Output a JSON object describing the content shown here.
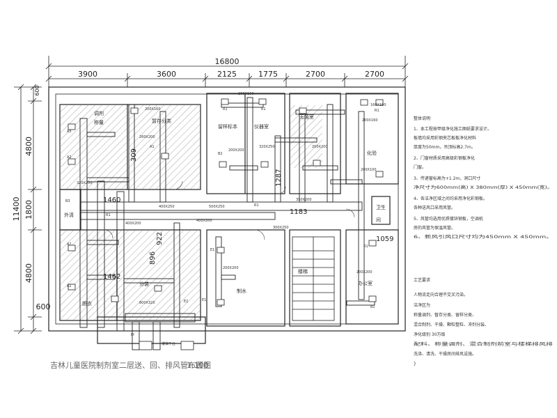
{
  "overall": {
    "width_mm": "16800",
    "height_mm": "11400"
  },
  "top_dims": [
    "3900",
    "3600",
    "2125",
    "1775",
    "2700",
    "2700"
  ],
  "left_dims": [
    "600",
    "4800",
    "1800",
    "4800",
    "600"
  ],
  "internal_dims": {
    "d1460": "1460",
    "d1462": "1462",
    "d1287": "1287",
    "d1183": "1183",
    "d1059": "1059",
    "d309": "309",
    "d896": "896",
    "d922": "922"
  },
  "rooms": {
    "r1": "调剂",
    "r1b": "称量",
    "r2": "暂存分类",
    "r3": "留样标本",
    "r4": "仪器室",
    "r5": "无菌室",
    "r6": "化验",
    "r7": "外清",
    "r8": "分装",
    "r9": "脱衣",
    "r10": "制水",
    "r11": "楼梯",
    "r12": "卫生",
    "r13": "间",
    "r14": "办公室"
  },
  "tags": {
    "A1": "A1",
    "A2": "A2",
    "B1": "B1",
    "B2": "B2",
    "B3": "B3",
    "R1": "R1",
    "E1": "E1",
    "E2": "E2",
    "Ef": "Ef",
    "A3": "A3"
  },
  "duct_sizes": {
    "s200x160": "200X160",
    "s320x250": "320X250",
    "s500x250": "500X250",
    "s400x250": "400X250",
    "s400x200": "400X200",
    "s200x200": "200X200",
    "s160x160": "160X160",
    "s300x250": "300X250",
    "s350x200": "350X200",
    "s260x200": "260X200",
    "s320x200": "320X200",
    "s800x320": "800X320",
    "s200x100": "200X100"
  },
  "notes": {
    "title": "整体说明",
    "lines": [
      "1、本工程按甲级净化施工图纸要求设计。",
      "   板墙均采用彩钢夹芯板板净化材料",
      "   厚度为50mm，吊顶标高2.7m。",
      "2、门窗材质采用高级彩钢板净化",
      "   门窗。",
      "3、传递窗标高为+1.2m，洞口尺寸",
      "   净尺寸为600mm(高)    X 380mm(厚)    X 450mm(宽)。",
      "4、各洁净区域之间均采用净化彩钢板。",
      "   各种送风口采用风管。",
      "5、风管均选用优质镀锌钢板，空调机",
      "   房的风管为保温风管。",
      "6、新风引风口尺寸均为450mm          X 450mm。"
    ]
  },
  "process": {
    "title": "工艺要求",
    "lines": [
      "人物流走向合理不交叉污染。",
      "洁净区为",
      "称量调剂、暂存分类、留样分类、",
      "混合制剂、干燥、颗粒整粒、冲剂分装、",
      "净化级别  30万级",
      "配料、称量调剂、混合制剂前室与楼梯排风排",
      "洗涤、清洗、干燥房间排风设施。",
      "}"
    ]
  },
  "caption": "吉林儿童医院制剂室二层送、回、排风管布置图",
  "scale": "1:100",
  "stair_label": "楼梯平台"
}
